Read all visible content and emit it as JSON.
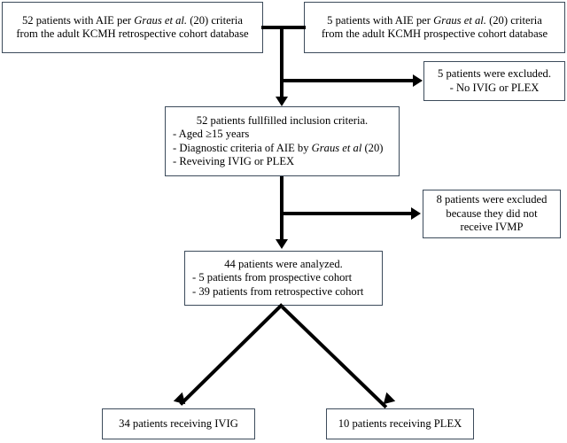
{
  "figure": {
    "type": "flowchart",
    "orientation": "top-down",
    "box_border_color": "#3c4b5b",
    "connector_color": "#000000",
    "background_color": "#ffffff"
  },
  "nodes": {
    "source_retrospective": {
      "lines": [
        "52 patients with AIE per Graus et al. (20) criteria",
        "from the adult KCMH retrospective cohort database"
      ],
      "italic_part": "Graus et al."
    },
    "source_prospective": {
      "lines": [
        "5 patients with AIE per Graus et al. (20) criteria",
        "from the adult KCMH prospective cohort database"
      ],
      "italic_part": "Graus et al."
    },
    "excluded_no_ivig_plex": {
      "lines": [
        "5 patients were excluded.",
        "- No IVIG or PLEX"
      ]
    },
    "inclusion_criteria": {
      "heading": "52 patients fullfilled inclusion criteria.",
      "lines": [
        "- Aged ≥15 years",
        "- Diagnostic criteria of AIE by Graus et al (20)",
        "- Reveiving IVIG or PLEX"
      ],
      "italic_part": "Graus et al"
    },
    "excluded_no_ivmp": {
      "lines": [
        "8 patients were excluded",
        "because they did not",
        "receive IVMP"
      ]
    },
    "analyzed": {
      "heading": "44 patients were analyzed.",
      "lines": [
        "- 5 patients from prospective cohort",
        "- 39 patients from retrospective cohort"
      ]
    },
    "treated_ivig": {
      "lines": [
        "34 patients receiving IVIG"
      ]
    },
    "treated_plex": {
      "lines": [
        "10 patients receiving PLEX"
      ]
    }
  }
}
